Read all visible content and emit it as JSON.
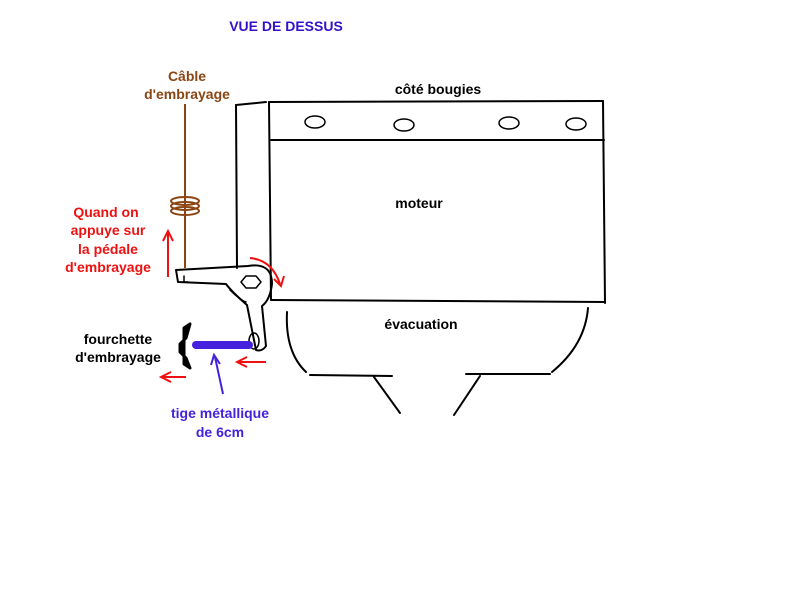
{
  "title": "VUE DE DESSUS",
  "labels": {
    "cable_line1": "Câble",
    "cable_line2": "d'embrayage",
    "spark_side": "côté bougies",
    "engine": "moteur",
    "exhaust": "évacuation",
    "press_line1": "Quand on",
    "press_line2": "appuye sur",
    "press_line3": "la pédale",
    "press_line4": "d'embrayage",
    "fork_line1": "fourchette",
    "fork_line2": "d'embrayage",
    "rod_line1": "tige métallique",
    "rod_line2": "de 6cm"
  },
  "colors": {
    "title": "#3311cc",
    "cable": "#8b4513",
    "action": "#ee1111",
    "rod": "#4422dd",
    "ink": "#000000"
  }
}
